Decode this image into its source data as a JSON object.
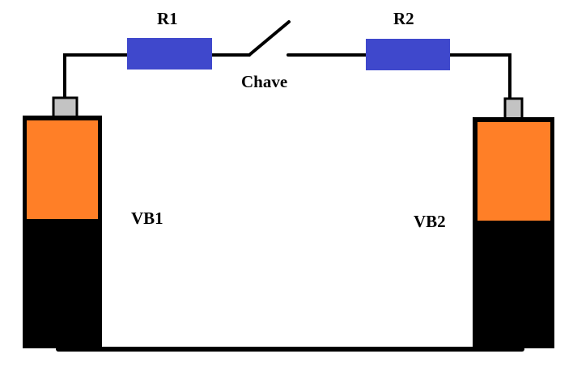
{
  "labels": {
    "r1": "R1",
    "r2": "R2",
    "switch": "Chave",
    "vb1": "VB1",
    "vb2": "VB2"
  },
  "colors": {
    "resistor": "#3F48CC",
    "battery_top": "#FF7F27",
    "battery_body": "#000000",
    "terminal": "#C3C3C3",
    "wire": "#000000"
  }
}
